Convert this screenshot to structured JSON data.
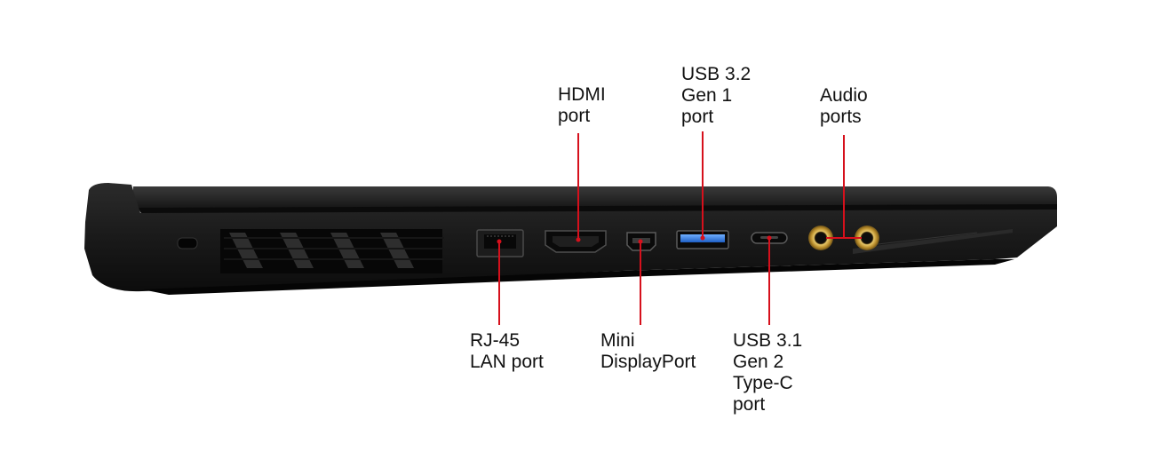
{
  "labels": {
    "hdmi": "HDMI\nport",
    "usb32": "USB 3.2\nGen 1\nport",
    "audio": "Audio\nports",
    "rj45": "RJ-45\nLAN port",
    "minidp": "Mini\nDisplayPort",
    "usbc": "USB 3.1\nGen 2\nType-C\nport"
  },
  "colors": {
    "leader_line": "#d6101c",
    "chassis": "#141414",
    "usb_blue": "#2f7be0",
    "audio_ring": "#c9a441"
  }
}
